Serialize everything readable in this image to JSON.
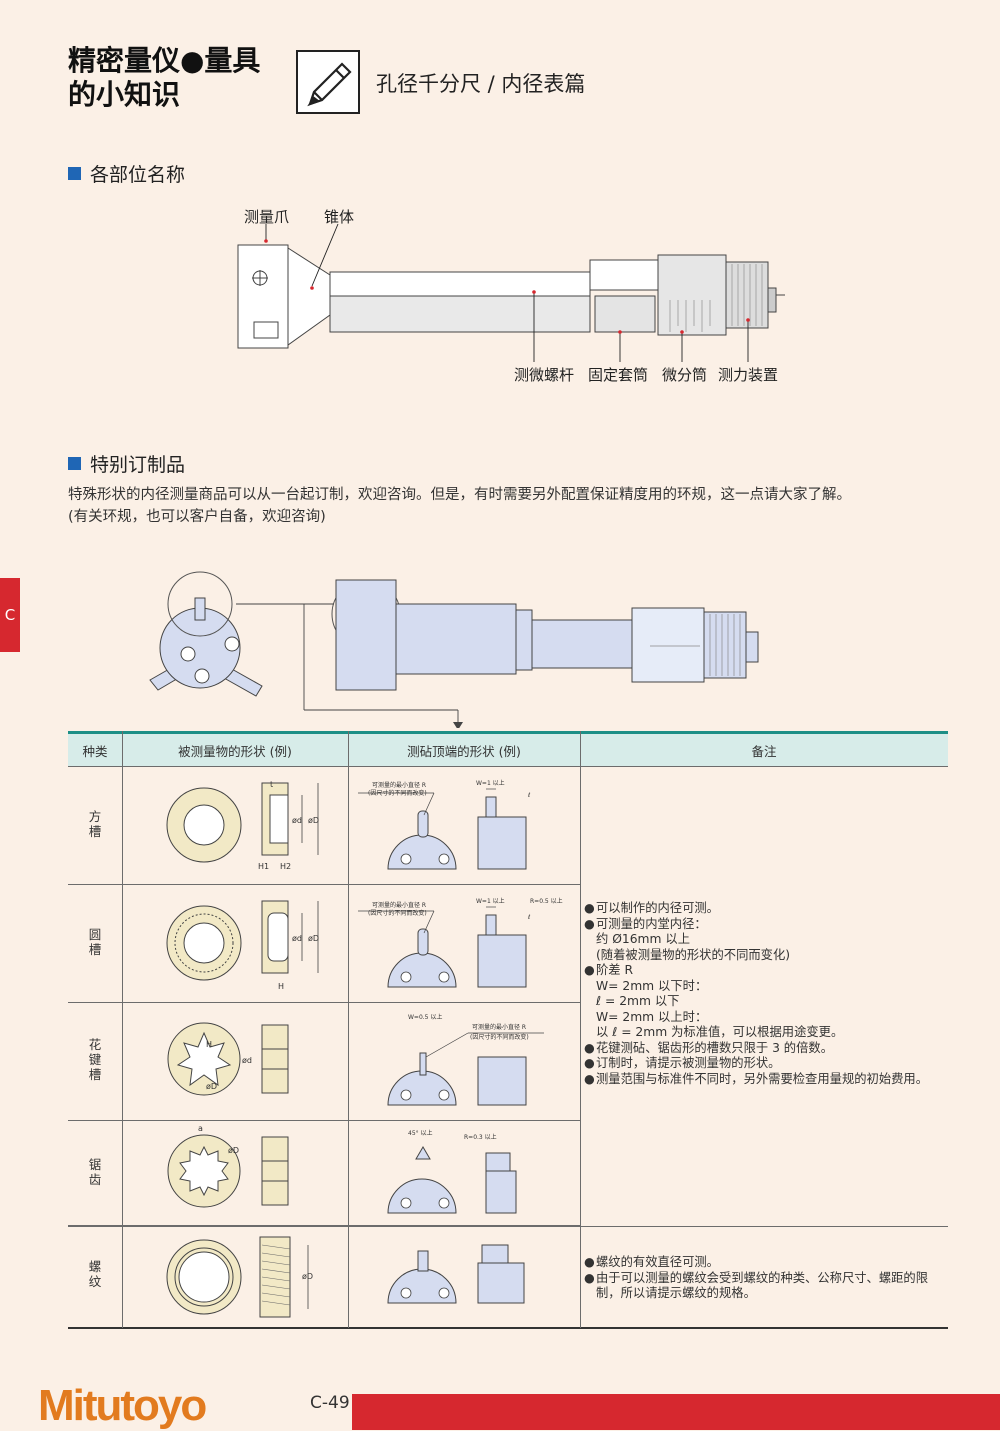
{
  "header": {
    "title_line1": "精密量仪●量具",
    "title_line2": "的小知识",
    "subtitle": "孔径千分尺 / 内径表篇"
  },
  "section1": {
    "heading": "各部位名称",
    "labels": {
      "claw": "测量爪",
      "cone": "锥体",
      "spindle": "测微螺杆",
      "sleeve": "固定套筒",
      "thimble": "微分筒",
      "ratchet": "测力装置"
    }
  },
  "section2": {
    "heading": "特别订制品",
    "para_line1": "特殊形状的内径测量商品可以从一台起订制，欢迎咨询。但是，有时需要另外配置保证精度用的环规，这一点请大家了解。",
    "para_line2": "(有关环规，也可以客户自备，欢迎咨询)"
  },
  "side_tab": "C",
  "table": {
    "headers": {
      "kind": "种类",
      "shape": "被测量物的形状 (例)",
      "anvil": "测砧顶端的形状 (例)",
      "remarks": "备注"
    },
    "rows": [
      {
        "kind": [
          "方",
          "槽"
        ]
      },
      {
        "kind": [
          "圆",
          "槽"
        ]
      },
      {
        "kind": [
          "花",
          "键",
          "槽"
        ]
      },
      {
        "kind": [
          "锯",
          "齿"
        ]
      },
      {
        "kind": [
          "螺",
          "纹"
        ]
      }
    ],
    "remarks_group1": [
      {
        "bullet": "●",
        "text": "可以制作的内径可测。"
      },
      {
        "bullet": "●",
        "text": "可测量的内堂内径："
      },
      {
        "bullet": "",
        "text": "约 Ø16mm 以上"
      },
      {
        "bullet": "",
        "text": "(随着被测量物的形状的不同而变化)"
      },
      {
        "bullet": "●",
        "text": "阶差 R"
      },
      {
        "bullet": "",
        "text": "W= 2mm 以下时："
      },
      {
        "bullet": "",
        "text": "ℓ = 2mm 以下"
      },
      {
        "bullet": "",
        "text": "W= 2mm 以上时："
      },
      {
        "bullet": "",
        "text": "以 ℓ = 2mm 为标准值，可以根据用途变更。"
      },
      {
        "bullet": "●",
        "text": "花键测砧、锯齿形的槽数只限于 3 的倍数。"
      },
      {
        "bullet": "●",
        "text": "订制时，请提示被测量物的形状。"
      },
      {
        "bullet": "●",
        "text": "测量范围与标准件不同时，另外需要检查用量规的初始费用。"
      }
    ],
    "remarks_group2": [
      {
        "bullet": "●",
        "text": "螺纹的有效直径可测。"
      },
      {
        "bullet": "●",
        "text": "由于可以测量的螺纹会受到螺纹的种类、公称尺寸、螺距的限"
      },
      {
        "bullet": "",
        "text": "制，所以请提示螺纹的规格。"
      }
    ],
    "drawing_labels": {
      "min_radius": "可测量的最小直径 R",
      "min_radius_note": "(因尺寸的不同而改变)",
      "w1": "W=1 以上",
      "w05": "W=0.5 以上",
      "r05": "R=0.5 以上",
      "r03": "R=0.3 以上",
      "deg45": "45° 以上",
      "dim_d": "ød",
      "dim_D": "øD",
      "dim_h1": "H1",
      "dim_h2": "H2",
      "dim_h": "H",
      "dim_t": "t",
      "dim_a": "a",
      "dim_l": "ℓ"
    }
  },
  "footer": {
    "page": "C-49",
    "logo": "Mitutoyo"
  },
  "colors": {
    "background": "#fbf0e6",
    "accent_red": "#d6282f",
    "header_teal": "#1d8f86",
    "header_fill": "#d7ece9",
    "section_blue": "#1f66b5",
    "logo_orange": "#e27b1f"
  }
}
